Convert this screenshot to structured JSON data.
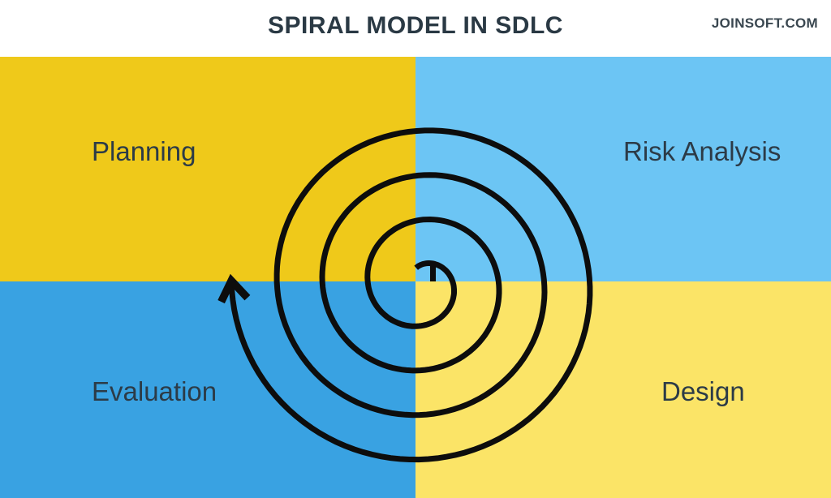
{
  "header": {
    "title": "SPIRAL MODEL IN SDLC",
    "watermark": "JOINSOFT.COM"
  },
  "quadrants": {
    "top_left": {
      "label": "Planning",
      "color": "#efc91a"
    },
    "top_right": {
      "label": "Risk Analysis",
      "color": "#6cc5f4"
    },
    "bottom_left": {
      "label": "Evaluation",
      "color": "#39a2e2"
    },
    "bottom_right": {
      "label": "Design",
      "color": "#fbe467"
    }
  },
  "spiral": {
    "name": "spiral-arrow",
    "color": "#0d0d0d",
    "direction": "outward-clockwise",
    "turns": 3.8
  }
}
